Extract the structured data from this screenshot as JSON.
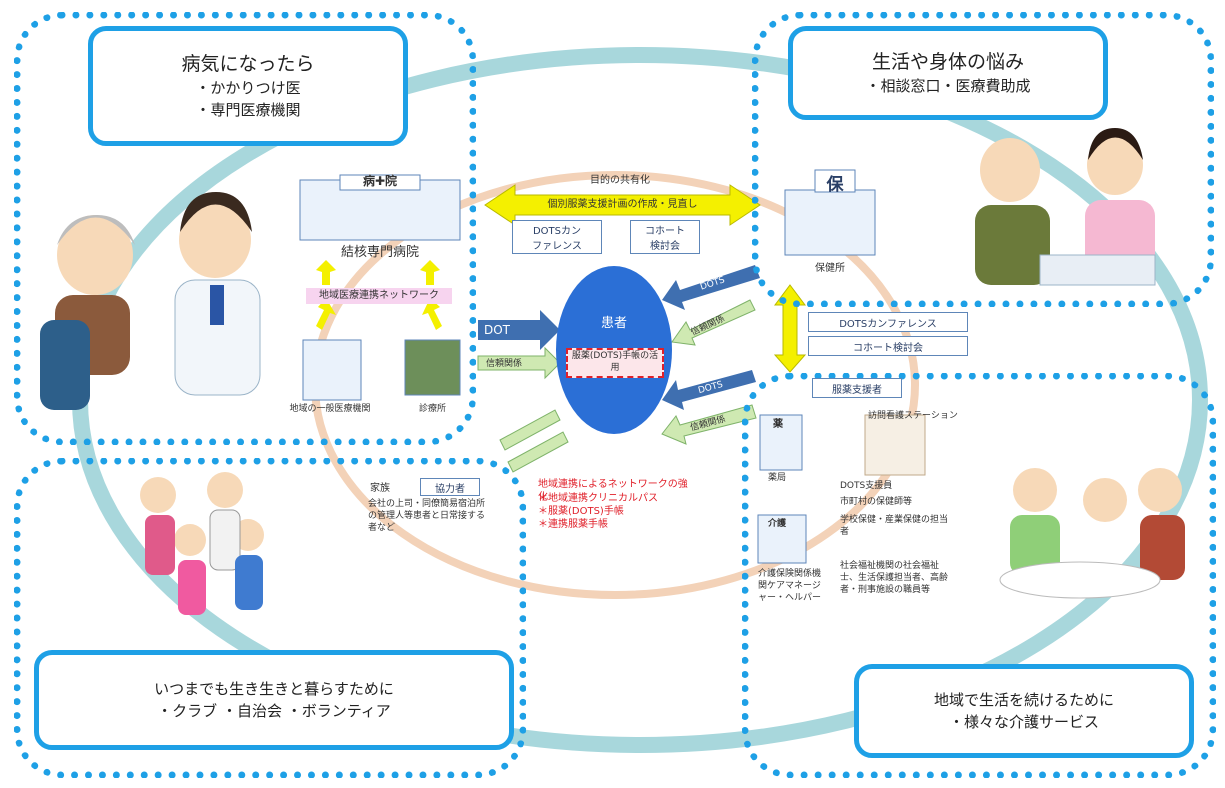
{
  "colors": {
    "quad_border": "#1ea0e6",
    "ring": "#9fd3d9",
    "inner_ring": "#f2c9a8",
    "patient": "#2b6fd6",
    "arrow_yellow": "#f4f000",
    "arrow_blue": "#3f6fb0",
    "arrow_green": "#cfe9b2"
  },
  "top_left": {
    "title": "病気になったら",
    "items": [
      "・かかりつけ医",
      "・専門医療機関"
    ]
  },
  "top_right": {
    "title": "生活や身体の悩み",
    "items": [
      "・相談窓口・医療費助成"
    ]
  },
  "bottom_left": {
    "title": "いつまでも生き生きと暮らすために",
    "items": [
      "・クラブ ・自治会 ・ボランティア"
    ]
  },
  "bottom_right": {
    "title": "地域で生活を続けるために",
    "items": [
      "・様々な介護サービス"
    ]
  },
  "hospital": {
    "sign": "病✚院",
    "name": "結核専門病院"
  },
  "network_label": "地域医療連携ネットワーク",
  "general_hospital": "地域の一般医療機関",
  "clinic": "診療所",
  "health_center": {
    "sign": "保",
    "name": "保健所"
  },
  "top_banner": {
    "heading": "目的の共有化",
    "arrow_text": "個別服薬支援計画の作成・見直し",
    "box1": "DOTSカン\nファレンス",
    "box2": "コホート\n検討会"
  },
  "patient": {
    "label": "患者",
    "note": "服薬(DOTS)手帳の活用"
  },
  "arrows": {
    "dot": "DOT",
    "trust_left": "信頼関係",
    "dots_top": "DOTS",
    "trust_top": "信頼関係",
    "dots_bottom": "DOTS",
    "trust_bottom": "信頼関係"
  },
  "right_boxes": {
    "dots_conf": "DOTSカンファレンス",
    "cohort": "コホート検討会"
  },
  "supporters": {
    "heading": "服薬支援者",
    "nursing_station": "訪問看護ステーション",
    "pharmacy": "薬局",
    "pharmacy_sign": "薬",
    "care_sign": "介護",
    "dots_staff": "DOTS支援員",
    "municipal": "市町村の保健師等",
    "school": "学校保健・産業保健の担当者",
    "welfare": "社会福祉機関の社会福祉士、生活保護担当者、高齢者・刑事施設の職員等",
    "care_org": "介護保険関係機関ケアマネージャー・ヘルパー"
  },
  "family": {
    "label": "家族",
    "cooperator": "協力者",
    "desc": "会社の上司・同僚簡易宿泊所の管理人等患者と日常接する者など"
  },
  "network_strengthen": {
    "heading": "地域連携によるネットワークの強化",
    "items": [
      "＊地域連携クリニカルパス",
      "＊服薬(DOTS)手帳",
      "＊連携服薬手帳"
    ]
  }
}
